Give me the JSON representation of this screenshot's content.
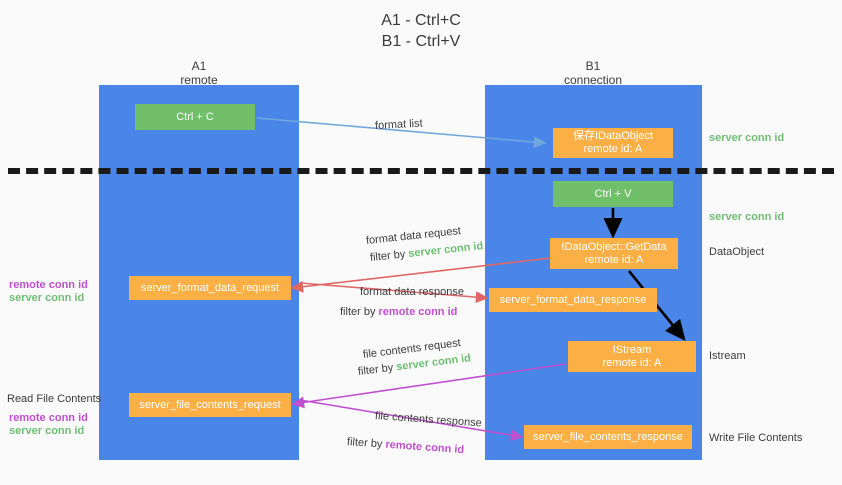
{
  "title": {
    "line1": "A1 - Ctrl+C",
    "line2": "B1 - Ctrl+V"
  },
  "columns": [
    {
      "name": "A1",
      "sub": "remote"
    },
    {
      "name": "B1",
      "sub": "connection"
    }
  ],
  "colors": {
    "lane": "#4a86e8",
    "green_box": "#71bf6a",
    "orange_box": "#fbaf45",
    "server_conn_id": "#6fbf73",
    "remote_conn_id": "#c050d0",
    "arrow_blue": "#6fa8dc",
    "arrow_red": "#e06666",
    "arrow_magenta": "#c050d0",
    "arrow_black": "#000000",
    "divider": "#1a1a1a",
    "text": "#3c3c3c",
    "background": "#fafafa"
  },
  "nodes": {
    "ctrl_c": {
      "label": "Ctrl + C"
    },
    "save_idataobject": {
      "line1": "保存IDataObject",
      "line2": "remote id: A"
    },
    "ctrl_v": {
      "label": "Ctrl + V"
    },
    "getdata": {
      "line1": "IDataObject::GetData",
      "line2": "remote id: A"
    },
    "istream": {
      "line1": "IStream",
      "line2": "remote id: A"
    },
    "server_format_data_request": {
      "label": "server_format_data_request"
    },
    "server_format_data_response": {
      "label": "server_format_data_response"
    },
    "server_file_contents_request": {
      "label": "server_file_contents_request"
    },
    "server_file_contents_response": {
      "label": "server_file_contents_response"
    }
  },
  "edge_labels": {
    "format_list": "format list",
    "format_data_request": "format data request",
    "format_data_request_filter_prefix": "filter by ",
    "format_data_request_filter_value": "server conn id",
    "format_data_response": "format data response",
    "format_data_response_filter_prefix": "filter by ",
    "format_data_response_filter_value": "remote conn id",
    "file_contents_request": "file contents request",
    "file_contents_request_filter_prefix": "filter by ",
    "file_contents_request_filter_value": "server conn id",
    "file_contents_response": "file contents response",
    "file_contents_response_filter_prefix": "filter by ",
    "file_contents_response_filter_value": "remote conn id"
  },
  "right_labels": {
    "server_conn_id_top": "server conn id",
    "server_conn_id_mid": "server conn id",
    "dataobject": "DataObject",
    "istream": "Istream",
    "write_file_contents": "Write File Contents"
  },
  "left_labels": {
    "remote_conn_id_1": "remote conn id",
    "server_conn_id_1": "server conn id",
    "read_file_contents": "Read File Contents",
    "remote_conn_id_2": "remote conn id",
    "server_conn_id_2": "server conn id"
  }
}
